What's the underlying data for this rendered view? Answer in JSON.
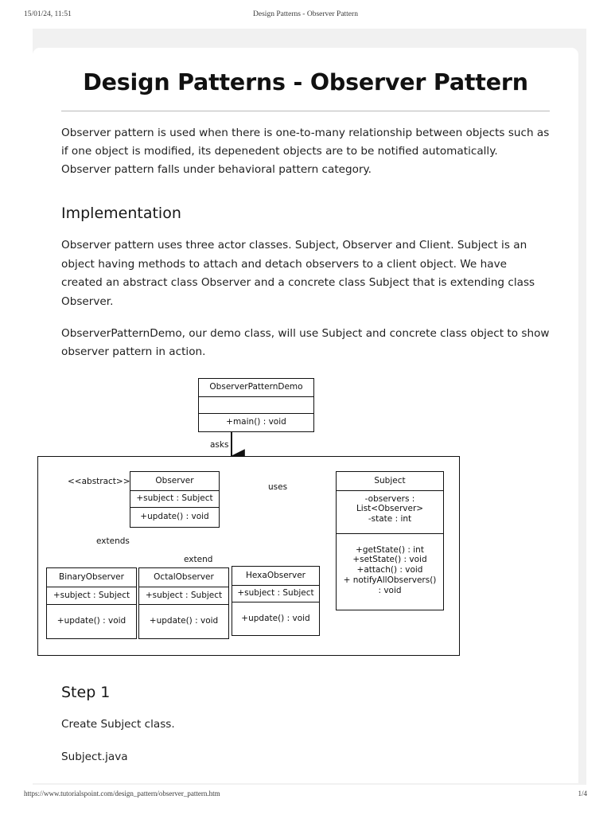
{
  "print_header": {
    "date": "15/01/24, 11:51",
    "title": "Design Patterns - Observer Pattern"
  },
  "print_footer": {
    "url": "https://www.tutorialspoint.com/design_pattern/observer_pattern.htm",
    "page": "1/4"
  },
  "document": {
    "title": "Design Patterns - Observer Pattern",
    "intro": "Observer pattern is used when there is one-to-many relationship between objects such as if one object is modified, its depenedent objects are to be notified automatically. Observer pattern falls under behavioral pattern category.",
    "implementation_heading": "Implementation",
    "implementation_p1": "Observer pattern uses three actor classes. Subject, Observer and Client. Subject is an object having methods to attach and detach observers to a client object. We have created an abstract class Observer and a concrete class Subject that is extending class Observer.",
    "implementation_p2": "ObserverPatternDemo, our demo class, will use Subject and concrete class object to show observer pattern in action.",
    "step1_heading": "Step 1",
    "step1_text": "Create Subject class.",
    "step1_file": "Subject.java"
  },
  "uml": {
    "demo_class": {
      "name": "ObserverPatternDemo",
      "attributes": "",
      "methods": "+main() : void"
    },
    "observer_class": {
      "stereotype": "<<abstract>>",
      "name": "Observer",
      "attributes": "+subject  : Subject",
      "methods": "+update() : void"
    },
    "subject_class": {
      "name": "Subject",
      "attr_line1": "-observers  :",
      "attr_line2": "List<Observer>",
      "attr_line3": "-state : int",
      "method1": "+getState() : int",
      "method2": "+setState() : void",
      "method3": "+attach() : void",
      "method4": "+ notifyAllObservers()",
      "method5": ": void"
    },
    "concrete_observers": [
      {
        "name": "BinaryObserver",
        "attributes": "+subject : Subject",
        "methods": "+update() : void"
      },
      {
        "name": "OctalObserver",
        "attributes": "+subject  : Subject",
        "methods": "+update() : void"
      },
      {
        "name": "HexaObserver",
        "attributes": "+subject  : Subject",
        "methods": "+update() : void"
      }
    ],
    "edge_labels": {
      "asks": "asks",
      "uses": "uses",
      "extends": "extends",
      "extend": "extend"
    }
  },
  "colors": {
    "page_background": "#ffffff",
    "backdrop_band": "#f1f1f1",
    "text": "#1f1f1f",
    "rule": "#b9b9b9",
    "diagram_stroke": "#111111"
  }
}
